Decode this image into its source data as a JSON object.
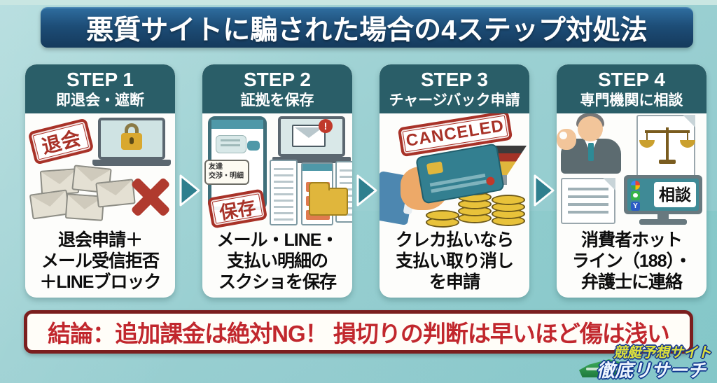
{
  "title": "悪質サイトに騙された場合の4ステップ対処法",
  "steps": [
    {
      "label": "STEP 1",
      "subtitle": "即退会・遮断",
      "stamp": "退会",
      "caption_lines": [
        "退会申請＋",
        "メール受信拒否",
        "＋LINEブロック"
      ]
    },
    {
      "label": "STEP 2",
      "subtitle": "証拠を保存",
      "stamp": "保存",
      "phone_note_lines": [
        "友達",
        "交渉・明細"
      ],
      "mail_badge": "!",
      "caption_lines": [
        "メール・LINE・",
        "支払い明細の",
        "スクショを保存"
      ]
    },
    {
      "label": "STEP 3",
      "subtitle": "チャージバック申請",
      "stamp": "CANCELED",
      "caption_lines": [
        "クレカ払いなら",
        "支払い取り消し",
        "を申請"
      ]
    },
    {
      "label": "STEP 4",
      "subtitle": "専門機関に相談",
      "monitor_label": "相談",
      "yahoo_letter": "Y",
      "caption_lines": [
        "消費者ホット",
        "ライン（188）・",
        "弁護士に連絡"
      ]
    }
  ],
  "conclusion": "結論：追加課金は絶対NG！ 損切りの判断は早いほど傷は浅い",
  "logo": {
    "line1": "競艇予想サイト",
    "line2": "徹底リサーチ"
  },
  "colors": {
    "background_teal": "#9bd0d2",
    "banner_navy": "#1d4d77",
    "card_header_teal": "#2a5e68",
    "stamp_red": "#a83228",
    "conclusion_border": "#7b1e1e",
    "conclusion_text": "#c1272d",
    "arrow_teal": "#2e7f8e",
    "gold": "#d9a82f"
  }
}
